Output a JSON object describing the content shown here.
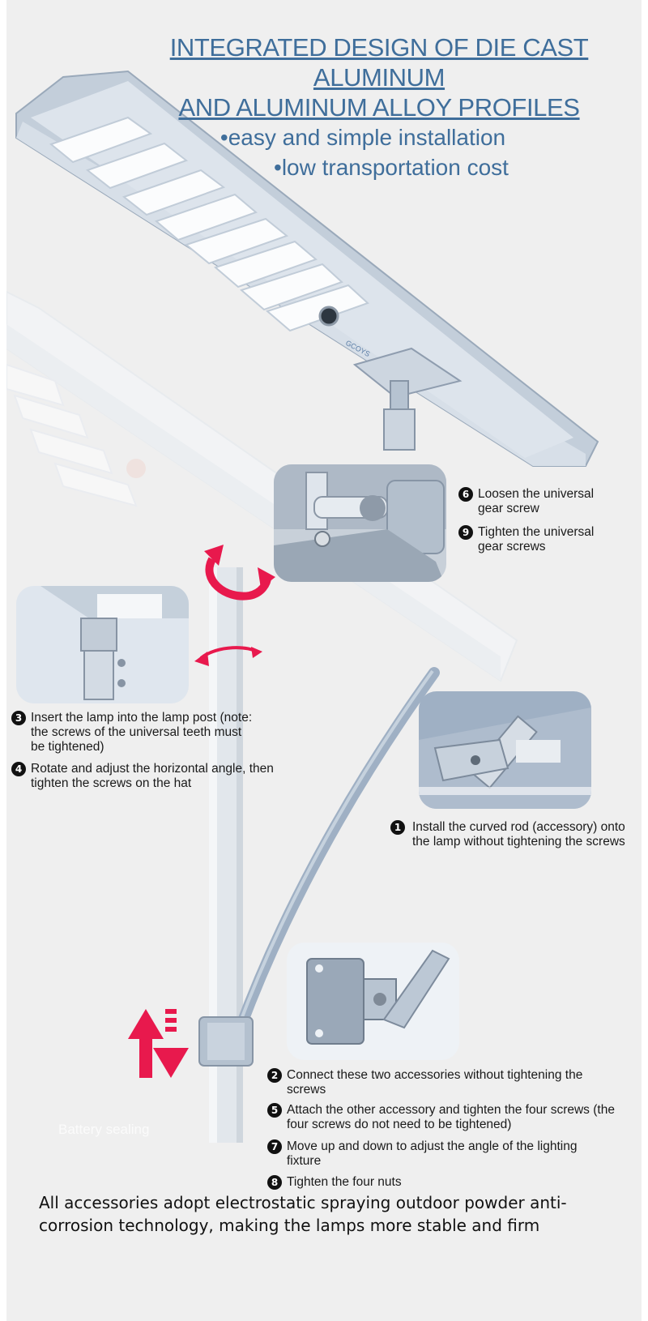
{
  "heading": {
    "line1": "INTEGRATED DESIGN OF DIE CAST ALUMINUM",
    "line2": "AND ALUMINUM ALLOY PROFILES",
    "bullet1": "•easy and simple installation",
    "bullet2": "•low transportation cost"
  },
  "steps": {
    "s6": {
      "num": "6",
      "text": "Loosen the universal gear screw"
    },
    "s9": {
      "num": "9",
      "text": "Tighten the universal gear screws"
    },
    "s3": {
      "num": "3",
      "text": "Insert the lamp into the lamp post (note: the screws of the universal teeth must be tightened)"
    },
    "s4": {
      "num": "4",
      "text": "Rotate and adjust the horizontal angle, then tighten the screws on the hat"
    },
    "s1": {
      "num": "1",
      "text": "Install the curved rod (accessory) onto the lamp without tightening the screws"
    },
    "s2": {
      "num": "2",
      "text": "Connect these two accessories without tightening the screws"
    },
    "s5": {
      "num": "5",
      "text": "Attach the other accessory and tighten the four screws (the four screws do not need to be tightened)"
    },
    "s7": {
      "num": "7",
      "text": "Move up and down to adjust the angle of the lighting fixture"
    },
    "s8": {
      "num": "8",
      "text": "Tighten the four nuts"
    }
  },
  "watermark": "Battery sealing",
  "brand": "GCOYS",
  "footer": "All accessories adopt electrostatic spraying outdoor powder anti-corrosion technology, making the lamps more stable and firm",
  "colors": {
    "heading": "#3f6e9b",
    "arrow": "#e8194d",
    "lamp": "#b8c6d6",
    "pole": "#dfe4ea"
  }
}
